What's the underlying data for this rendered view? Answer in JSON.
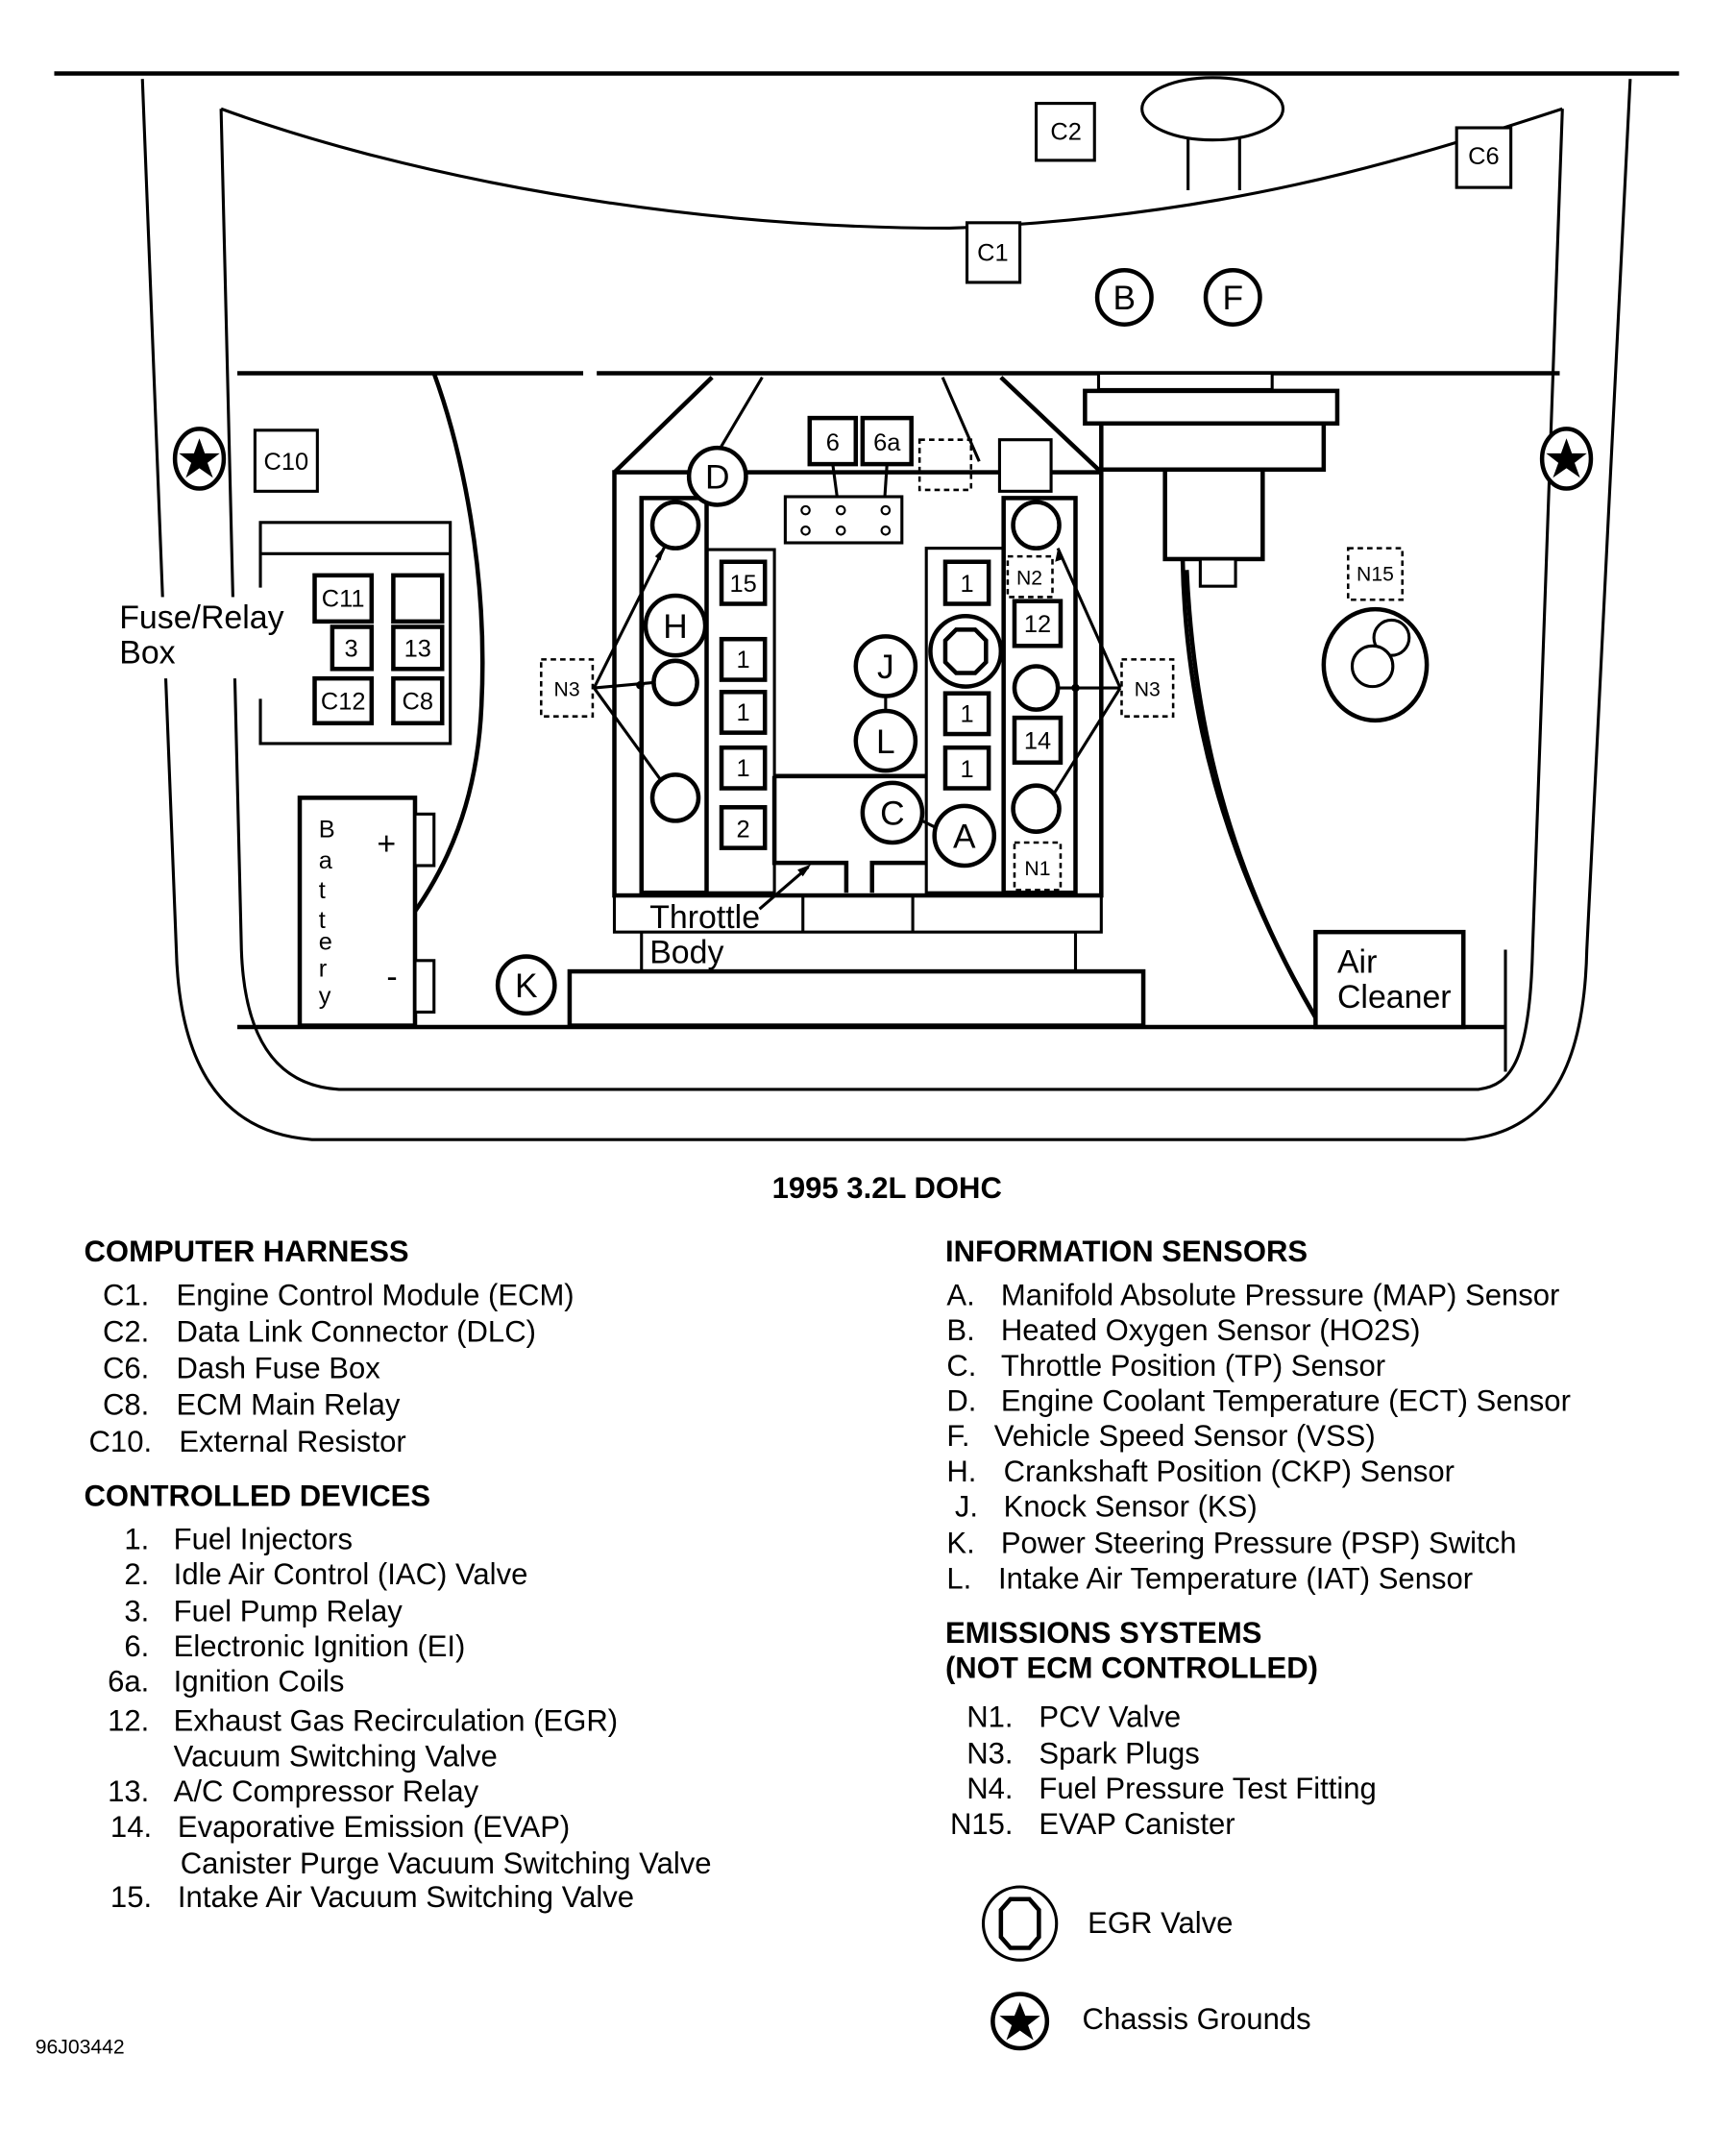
{
  "title": "1995 3.2L DOHC",
  "figure_id": "96J03442",
  "diagram_labels": {
    "fuse_relay_box": [
      "Fuse/Relay",
      "Box"
    ],
    "battery": [
      "B",
      "a",
      "t",
      "t",
      "e",
      "r",
      "y"
    ],
    "battery_plus": "+",
    "battery_minus": "-",
    "throttle_body": [
      "Throttle",
      "Body"
    ],
    "air_cleaner": [
      "Air",
      "Cleaner"
    ],
    "boxes": {
      "c1": "C1",
      "c2": "C2",
      "c6": "C6",
      "c10": "C10",
      "c11": "C11",
      "c12": "C12",
      "c8": "C8",
      "r3": "3",
      "r13": "13",
      "r6": "6",
      "r6a": "6a",
      "r15": "15",
      "r12": "12",
      "r14": "14",
      "r2": "2",
      "inj": "1"
    },
    "dashed": {
      "n1": "N1",
      "n2": "N2",
      "n3": "N3",
      "n15": "N15"
    },
    "circles": {
      "a": "A",
      "b": "B",
      "c": "C",
      "d": "D",
      "f": "F",
      "h": "H",
      "j": "J",
      "k": "K",
      "l": "L"
    }
  },
  "legend": {
    "computer_harness": {
      "heading": "COMPUTER HARNESS",
      "items": [
        {
          "code": "C1.",
          "text": "Engine Control Module (ECM)"
        },
        {
          "code": "C2.",
          "text": "Data Link Connector (DLC)"
        },
        {
          "code": "C6.",
          "text": "Dash Fuse Box"
        },
        {
          "code": "C8.",
          "text": "ECM Main Relay"
        },
        {
          "code": "C10.",
          "text": "External Resistor"
        }
      ]
    },
    "controlled_devices": {
      "heading": "CONTROLLED DEVICES",
      "items": [
        {
          "code": "1.",
          "text": "Fuel Injectors"
        },
        {
          "code": "2.",
          "text": "Idle Air Control (IAC) Valve"
        },
        {
          "code": "3.",
          "text": "Fuel Pump Relay"
        },
        {
          "code": "6.",
          "text": "Electronic Ignition (EI)"
        },
        {
          "code": "6a.",
          "text": "Ignition Coils"
        },
        {
          "code": "12.",
          "text": "Exhaust Gas Recirculation (EGR)",
          "text2": "Vacuum Switching Valve"
        },
        {
          "code": "13.",
          "text": "A/C Compressor Relay"
        },
        {
          "code": "14.",
          "text": "Evaporative Emission (EVAP)",
          "text2": "Canister Purge Vacuum Switching Valve"
        },
        {
          "code": "15.",
          "text": "Intake Air Vacuum Switching Valve"
        }
      ]
    },
    "information_sensors": {
      "heading": "INFORMATION SENSORS",
      "items": [
        {
          "code": "A.",
          "text": "Manifold Absolute Pressure (MAP) Sensor"
        },
        {
          "code": "B.",
          "text": "Heated Oxygen Sensor (HO2S)"
        },
        {
          "code": "C.",
          "text": "Throttle Position (TP) Sensor"
        },
        {
          "code": "D.",
          "text": "Engine Coolant Temperature (ECT) Sensor"
        },
        {
          "code": "F.",
          "text": "Vehicle Speed Sensor (VSS)"
        },
        {
          "code": "H.",
          "text": "Crankshaft Position (CKP) Sensor"
        },
        {
          "code": "J.",
          "text": "Knock Sensor (KS)"
        },
        {
          "code": "K.",
          "text": "Power Steering Pressure (PSP) Switch"
        },
        {
          "code": "L.",
          "text": "Intake Air Temperature (IAT) Sensor"
        }
      ]
    },
    "emissions_systems": {
      "heading": "EMISSIONS SYSTEMS",
      "heading2": "(NOT ECM CONTROLLED)",
      "items": [
        {
          "code": "N1.",
          "text": "PCV Valve"
        },
        {
          "code": "N3.",
          "text": "Spark Plugs"
        },
        {
          "code": "N4.",
          "text": "Fuel Pressure Test Fitting"
        },
        {
          "code": "N15.",
          "text": "EVAP Canister"
        }
      ]
    },
    "symbols": [
      {
        "icon": "egr-valve-icon",
        "text": "EGR Valve"
      },
      {
        "icon": "chassis-ground-icon",
        "text": "Chassis Grounds"
      }
    ]
  }
}
